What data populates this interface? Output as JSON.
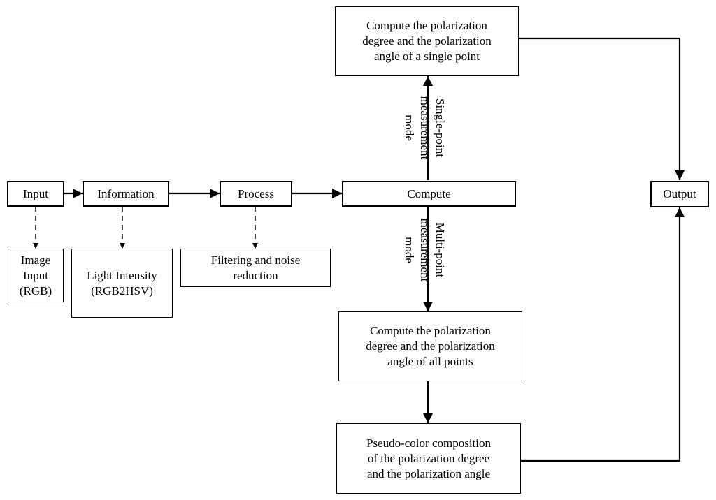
{
  "nodes": {
    "input": "Input",
    "information": "Information",
    "process": "Process",
    "compute": "Compute",
    "output": "Output",
    "image_input": "Image\nInput\n(RGB)",
    "light_intensity": "Light Intensity\n(RGB2HSV)",
    "filtering": "Filtering and noise\nreduction",
    "single_point": "Compute the polarization\ndegree and the polarization\nangle of a single point",
    "all_points": "Compute the polarization\ndegree and the polarization\nangle of all points",
    "pseudo_color": "Pseudo-color composition\nof the polarization degree\nand the polarization angle"
  },
  "edge_labels": {
    "single_mode": "Single-point\nmeasurement\nmode",
    "multi_mode": "Multi-point\nmeasurement\nmode"
  }
}
